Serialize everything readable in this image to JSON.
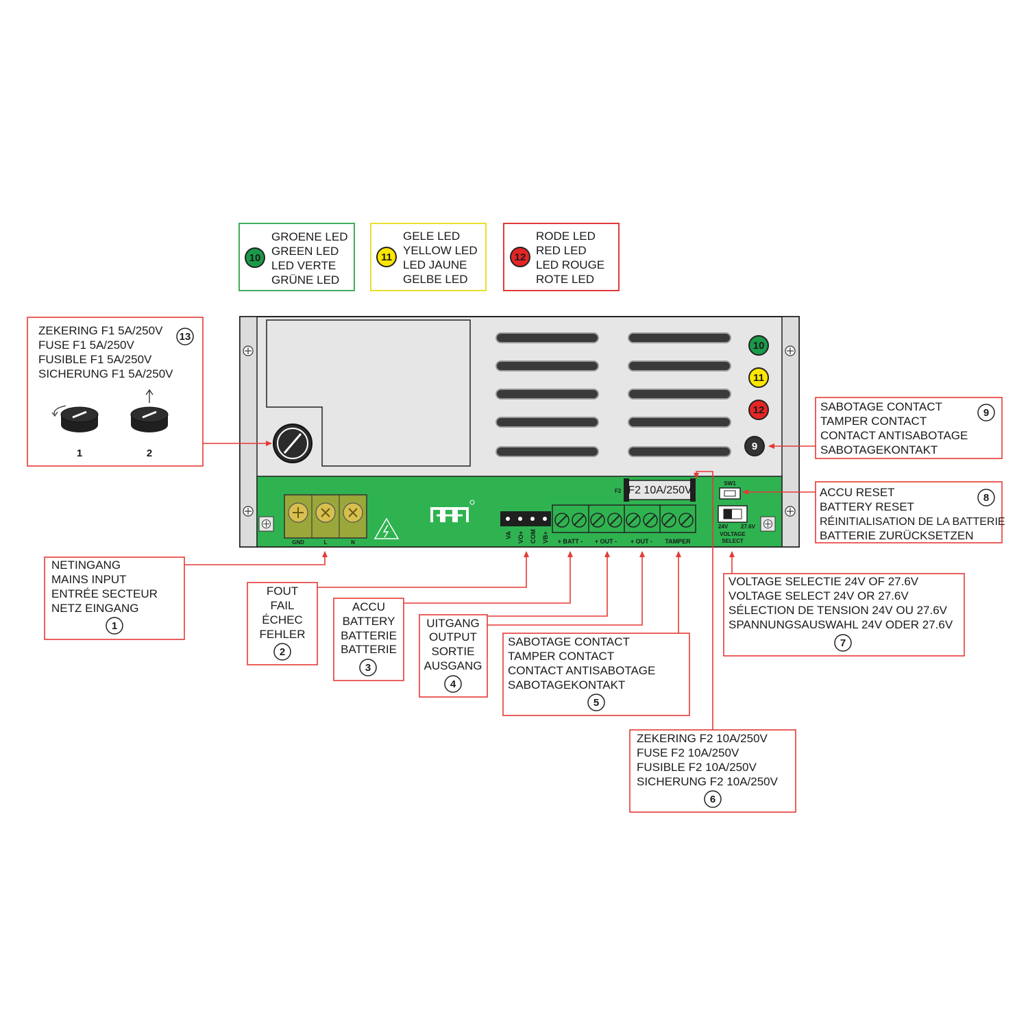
{
  "leds": {
    "green": {
      "num": "10",
      "lines": [
        "GROENE LED",
        "GREEN LED",
        "LED VERTE",
        "GRÜNE LED"
      ],
      "color": "#1a9a48",
      "border": "#3fae5a"
    },
    "yellow": {
      "num": "11",
      "lines": [
        "GELE LED",
        "YELLOW LED",
        "LED JAUNE",
        "GELBE LED"
      ],
      "color": "#ffe600",
      "border": "#e8de30"
    },
    "red": {
      "num": "12",
      "lines": [
        "RODE LED",
        "RED LED",
        "LED ROUGE",
        "ROTE LED"
      ],
      "color": "#e52525",
      "border": "#e03a3a"
    }
  },
  "callouts": {
    "fuse_f1": {
      "num": "13",
      "lines": [
        "ZEKERING F1 5A/250V",
        "FUSE F1 5A/250V",
        "FUSIBLE F1 5A/250V",
        "SICHERUNG F1 5A/250V"
      ],
      "steps": [
        "1",
        "2"
      ]
    },
    "tamper_top": {
      "num": "9",
      "lines": [
        "SABOTAGE CONTACT",
        "TAMPER CONTACT",
        "CONTACT ANTISABOTAGE",
        "SABOTAGEKONTAKT"
      ]
    },
    "accu_reset": {
      "num": "8",
      "lines": [
        "ACCU RESET",
        "BATTERY RESET",
        "RÉINITIALISATION DE LA BATTERIE",
        "BATTERIE ZURÜCKSETZEN"
      ]
    },
    "mains": {
      "num": "1",
      "lines": [
        "NETINGANG",
        "MAINS INPUT",
        "ENTRÉE SECTEUR",
        "NETZ EINGANG"
      ]
    },
    "fail": {
      "num": "2",
      "lines": [
        "FOUT",
        "FAIL",
        "ÉCHEC",
        "FEHLER"
      ]
    },
    "battery": {
      "num": "3",
      "lines": [
        "ACCU",
        "BATTERY",
        "BATTERIE",
        "BATTERIE"
      ]
    },
    "output": {
      "num": "4",
      "lines": [
        "UITGANG",
        "OUTPUT",
        "SORTIE",
        "AUSGANG"
      ]
    },
    "tamper_bottom": {
      "num": "5",
      "lines": [
        "SABOTAGE CONTACT",
        "TAMPER CONTACT",
        "CONTACT ANTISABOTAGE",
        "SABOTAGEKONTAKT"
      ]
    },
    "fuse_f2": {
      "num": "6",
      "lines": [
        "ZEKERING F2 10A/250V",
        "FUSE F2 10A/250V",
        "FUSIBLE F2 10A/250V",
        "SICHERUNG F2 10A/250V"
      ]
    },
    "voltage": {
      "num": "7",
      "lines": [
        "VOLTAGE SELECTIE 24V OF 27.6V",
        "VOLTAGE SELECT 24V OR 27.6V",
        "SÉLECTION DE TENSION 24V OU 27.6V",
        "SPANNUNGSAUSWAHL 24V ODER 27.6V"
      ]
    }
  },
  "device": {
    "led_numbers": [
      "10",
      "11",
      "12",
      "9"
    ],
    "f2_small": "F2",
    "f2_label": "F2 10A/250V",
    "sw1": "SW1",
    "v24": "24V",
    "v276": "27.6V",
    "voltage_select": [
      "VOLTAGE",
      "SELECT"
    ],
    "mains_terminals": [
      "GND",
      "L",
      "N"
    ],
    "signal_pins": [
      "VA",
      "VO+",
      "COM",
      "VB+"
    ],
    "terminal_labels": [
      "+ BATT -",
      "+ OUT -",
      "+ OUT -",
      "TAMPER"
    ]
  },
  "colors": {
    "pcb": "#2fb350",
    "callout": "#e53935",
    "panel": "#e6e6e6"
  }
}
